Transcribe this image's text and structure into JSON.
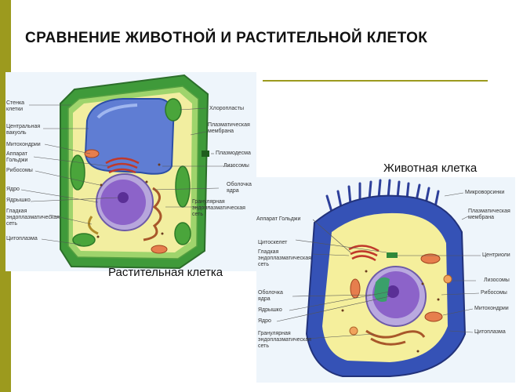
{
  "slide": {
    "title": "СРАВНЕНИЕ ЖИВОТНОЙ И РАСТИТЕЛЬНОЙ КЛЕТОК",
    "accent_color": "#9c9a1e"
  },
  "plant_cell": {
    "caption": "Растительная клетка",
    "labels_left": {
      "wall": "Стенка\nклетки",
      "vacuole": "Центральная\nвакуоль",
      "mito": "Митохондрии",
      "golgi": "Аппарат\nГольджи",
      "ribo": "Рибосомы",
      "nucleus": "Ядро",
      "nucleolus": "Ядрышко",
      "smooth_er": "Гладкая\nэндоплазматическая\nсеть",
      "cytoplasm": "Цитоплазма"
    },
    "labels_right": {
      "chloroplast": "Хлоропласты",
      "membrane": "Плазматическая\nмембрана",
      "plasmodesm": "Плазмодесма",
      "lysosome": "Лизосомы",
      "envelope": "Оболочка\nядра",
      "rough_er": "Гранулярная\nэндоплазматическая\nсеть"
    }
  },
  "animal_cell": {
    "caption": "Животная клетка",
    "labels_left": {
      "golgi": "Аппарат Гольджи",
      "cytoskeleton": "Цитоскелет",
      "smooth_er": "Гладкая\nэндоплазматическая\nсеть",
      "envelope": "Оболочка\nядра",
      "nucleolus": "Ядрышко",
      "nucleus": "Ядро",
      "rough_er": "Гранулярная\nэндоплазматическая\nсеть"
    },
    "labels_right": {
      "microvilli": "Микроворсинки",
      "membrane": "Плазматическая\nмембрана",
      "centriole": "Центриоли",
      "lysosome": "Лизосомы",
      "ribo": "Рибосомы",
      "mito": "Митохондрии",
      "cytoplasm": "Цитоплазма"
    }
  }
}
